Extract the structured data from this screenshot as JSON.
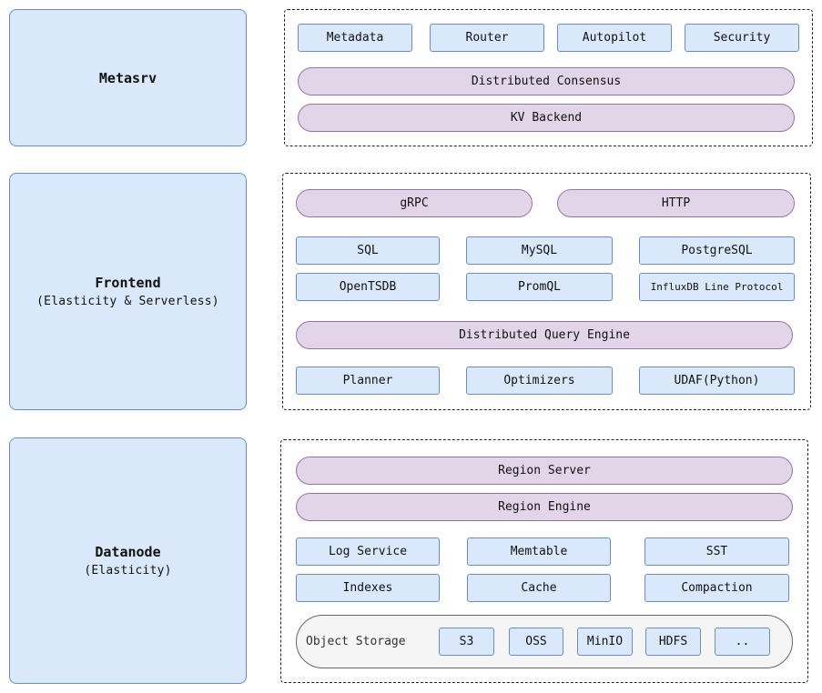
{
  "metasrv": {
    "title": "Metasrv",
    "modules": [
      "Metadata",
      "Router",
      "Autopilot",
      "Security"
    ],
    "bars": [
      "Distributed Consensus",
      "KV Backend"
    ]
  },
  "frontend": {
    "title": "Frontend",
    "subtitle": "(Elasticity & Serverless)",
    "protocols": [
      "gRPC",
      "HTTP"
    ],
    "languages_row1": [
      "SQL",
      "MySQL",
      "PostgreSQL"
    ],
    "languages_row2": [
      "OpenTSDB",
      "PromQL",
      "InfluxDB Line Protocol"
    ],
    "engine": "Distributed Query Engine",
    "engine_parts": [
      "Planner",
      "Optimizers",
      "UDAF(Python)"
    ]
  },
  "datanode": {
    "title": "Datanode",
    "subtitle": "(Elasticity)",
    "bars": [
      "Region Server",
      "Region Engine"
    ],
    "row1": [
      "Log Service",
      "Memtable",
      "SST"
    ],
    "row2": [
      "Indexes",
      "Cache",
      "Compaction"
    ],
    "storage": {
      "label": "Object Storage",
      "backends": [
        "S3",
        "OSS",
        "MinIO",
        "HDFS",
        ".."
      ]
    }
  },
  "colors": {
    "blue_fill": "#dae8fc",
    "blue_border": "#6c8ebf",
    "purple_fill": "#e1d5e7",
    "purple_border": "#9673a6",
    "storage_fill": "#f5f5f5"
  }
}
